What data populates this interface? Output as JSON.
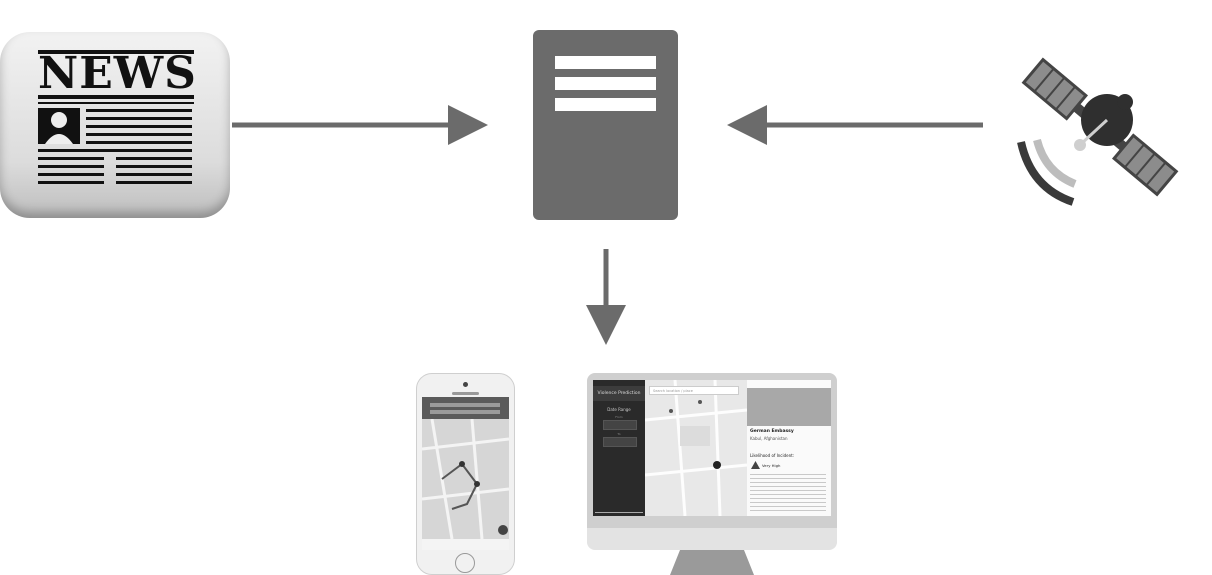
{
  "sources": {
    "news": {
      "title": "NEWS",
      "icon": "newspaper-icon"
    },
    "satellite": {
      "icon": "satellite-icon"
    }
  },
  "server": {
    "icon": "server-icon"
  },
  "desktop_app": {
    "sidebar_title": "Violence Prediction",
    "date_range_label": "Date Range",
    "from_label": "From",
    "to_label": "To",
    "search_placeholder": "Search location / place",
    "place_name": "German Embassy",
    "place_city": "Kabul, Afghanistan",
    "likelihood_label": "Likelihood of Incident:",
    "risk_level": "Very High"
  },
  "colors": {
    "arrow": "#6b6b6b",
    "server": "#6b6b6b",
    "accent": "#000000"
  }
}
